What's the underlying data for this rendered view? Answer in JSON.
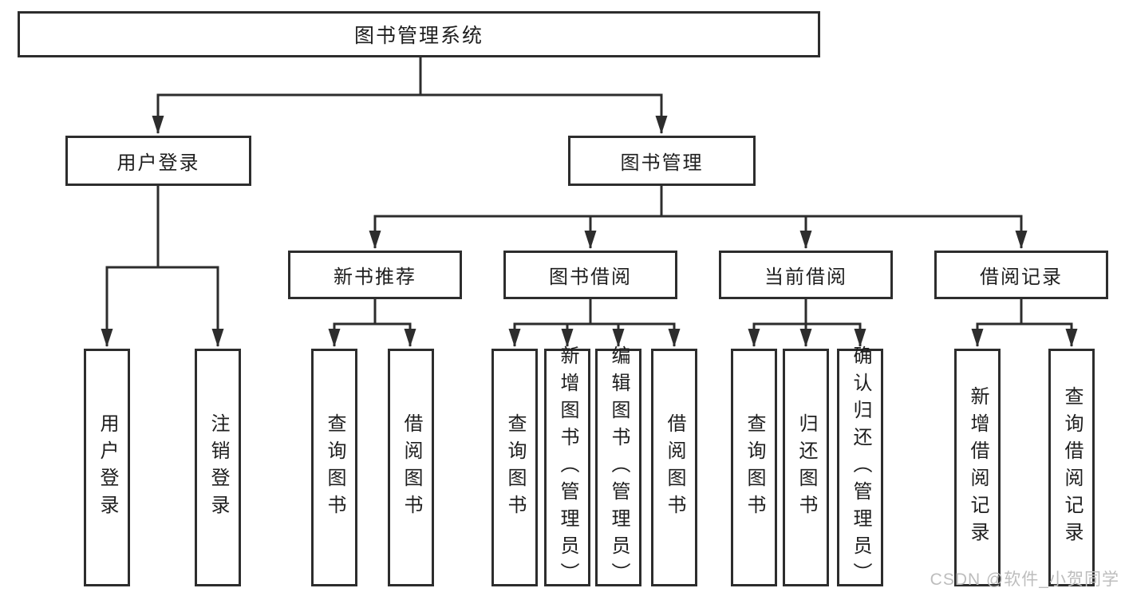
{
  "diagram": {
    "root": {
      "label": "图书管理系统"
    },
    "branches": [
      {
        "label": "用户登录",
        "children": [
          {
            "label": "用户登录"
          },
          {
            "label": "注销登录"
          }
        ]
      },
      {
        "label": "图书管理",
        "children": [
          {
            "label": "新书推荐",
            "children": [
              {
                "label": "查询图书"
              },
              {
                "label": "借阅图书"
              }
            ]
          },
          {
            "label": "图书借阅",
            "children": [
              {
                "label": "查询图书"
              },
              {
                "label": "新增图书（管理员）"
              },
              {
                "label": "编辑图书（管理员）"
              },
              {
                "label": "借阅图书"
              }
            ]
          },
          {
            "label": "当前借阅",
            "children": [
              {
                "label": "查询图书"
              },
              {
                "label": "归还图书"
              },
              {
                "label": "确认归还（管理员）"
              }
            ]
          },
          {
            "label": "借阅记录",
            "children": [
              {
                "label": "新增借阅记录"
              },
              {
                "label": "查询借阅记录"
              }
            ]
          }
        ]
      }
    ]
  },
  "watermark": {
    "text": "CSDN @软件_小贺同学"
  },
  "colors": {
    "line": "#2d2d2d",
    "text": "#1e1e1e",
    "watermark": "#bdbdbd",
    "background": "#ffffff"
  }
}
